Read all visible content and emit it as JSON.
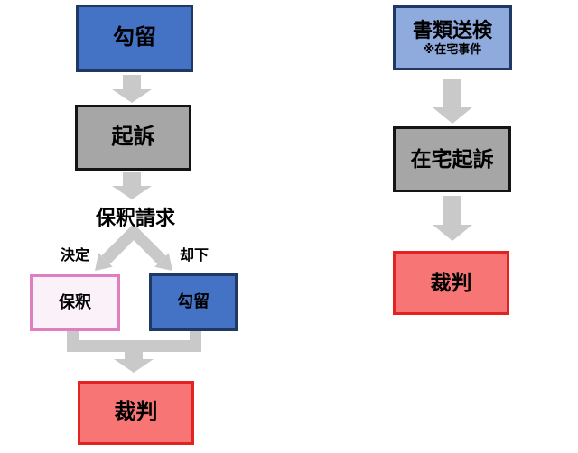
{
  "diagram": {
    "custody_flow": {
      "detention": "勾留",
      "indictment": "起訴",
      "bail_request": "保釈請求",
      "branch_granted": "決定",
      "branch_rejected": "却下",
      "bail": "保釈",
      "detention_continued": "勾留",
      "trial": "裁判"
    },
    "at_home_flow": {
      "papers_sent": "書類送検",
      "papers_sent_note": "※在宅事件",
      "at_home_indictment": "在宅起訴",
      "trial": "裁判"
    },
    "colors": {
      "blue_fill": "#4472C4",
      "blue_border": "#1F3864",
      "light_blue_fill": "#8FAADC",
      "gray_fill": "#A6A6A6",
      "gray_border": "#141414",
      "pink_fill": "#FBF2F9",
      "pink_border": "#E07EC2",
      "red_fill": "#F87575",
      "red_border": "#E32222",
      "arrow_gray": "#C9C9C9",
      "text": "#000000"
    }
  }
}
